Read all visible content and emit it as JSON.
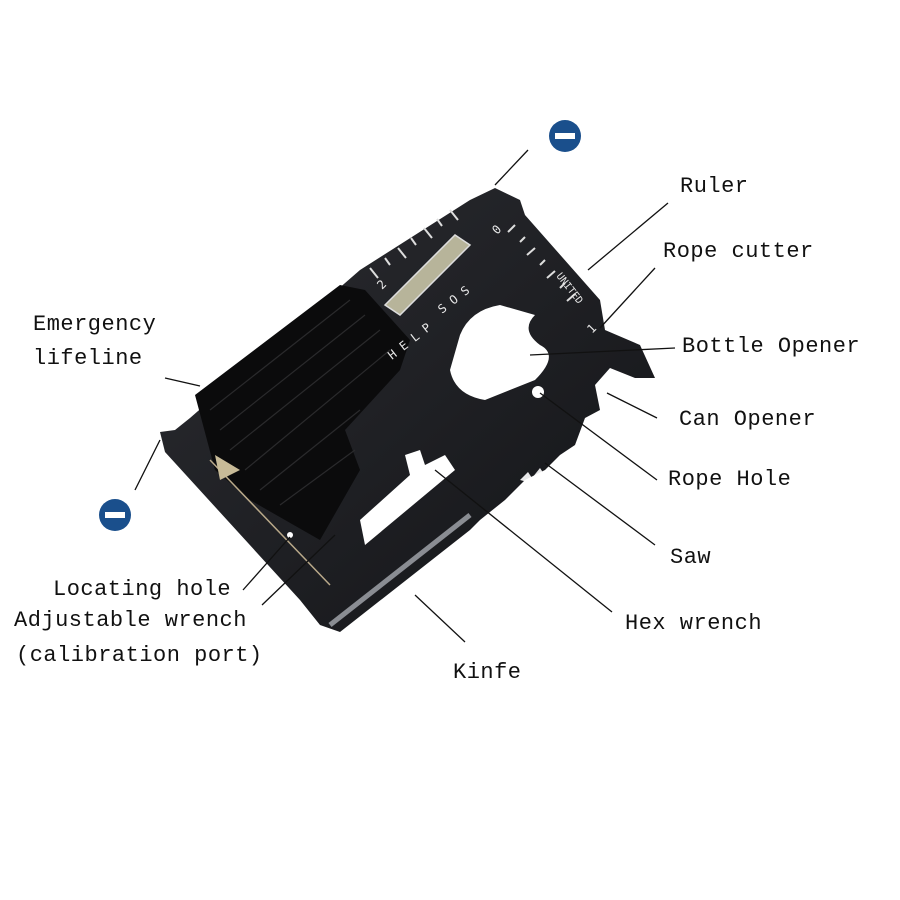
{
  "labels": {
    "ruler": "Ruler",
    "rope_cutter": "Rope cutter",
    "bottle_opener": "Bottle Opener",
    "can_opener": "Can Opener",
    "rope_hole": "Rope Hole",
    "saw": "Saw",
    "hex_wrench": "Hex wrench",
    "knife": "Kinfe",
    "emergency_lifeline_1": "Emergency",
    "emergency_lifeline_2": "lifeline",
    "locating_hole": "Locating hole",
    "adjustable_wrench": "Adjustable wrench",
    "calibration_port": "(calibration port)"
  },
  "card_engraving": {
    "sos": "S O S",
    "help": "H E L P",
    "brand": "UNITED",
    "ruler_zero": "0",
    "ruler_one": "1",
    "ruler_two": "2"
  },
  "colors": {
    "card": "#1c1d21",
    "cord": "#0a0a0a",
    "minus_icon": "#1a4f8c"
  },
  "icons": [
    "minus-circle-icon",
    "minus-circle-icon"
  ]
}
